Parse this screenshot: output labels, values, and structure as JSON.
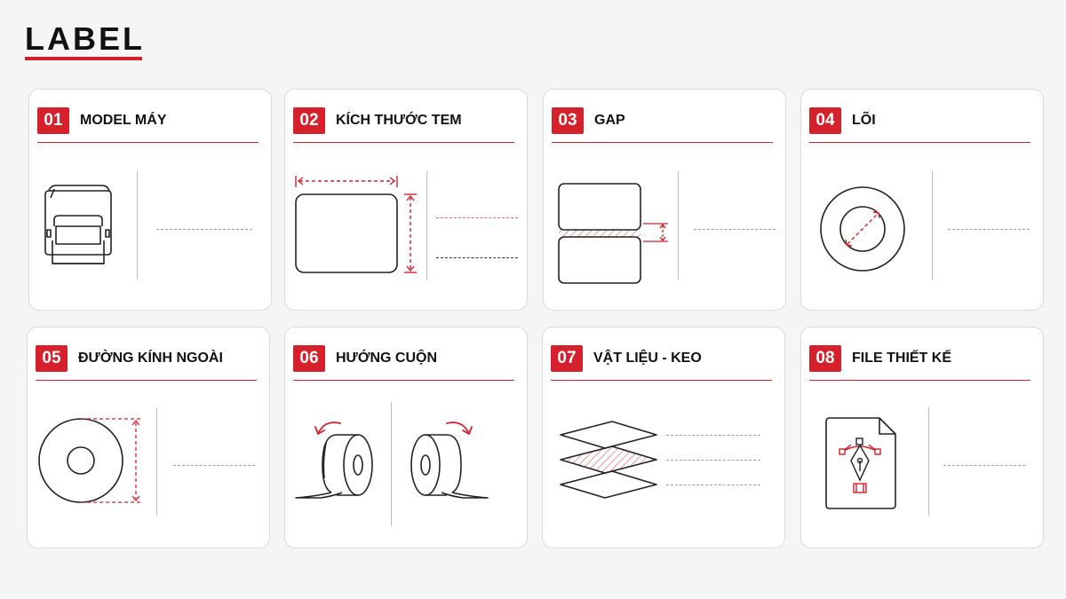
{
  "brand": {
    "logo_text": "LABEL",
    "accent": "#d6202c"
  },
  "cards": [
    {
      "num": "01",
      "title": "MODEL MÁY",
      "icon": "printer-icon"
    },
    {
      "num": "02",
      "title": "KÍCH THƯỚC TEM",
      "icon": "label-size-icon"
    },
    {
      "num": "03",
      "title": "GAP",
      "icon": "label-gap-icon"
    },
    {
      "num": "04",
      "title": "LÕI",
      "icon": "core-icon"
    },
    {
      "num": "05",
      "title": "ĐƯỜNG KÍNH NGOÀI",
      "icon": "outer-diameter-icon"
    },
    {
      "num": "06",
      "title": "HƯỚNG CUỘN",
      "icon": "roll-direction-icon"
    },
    {
      "num": "07",
      "title": "VẬT LIỆU - KEO",
      "icon": "material-layers-icon"
    },
    {
      "num": "08",
      "title": "FILE THIẾT KẾ",
      "icon": "design-file-icon"
    }
  ]
}
